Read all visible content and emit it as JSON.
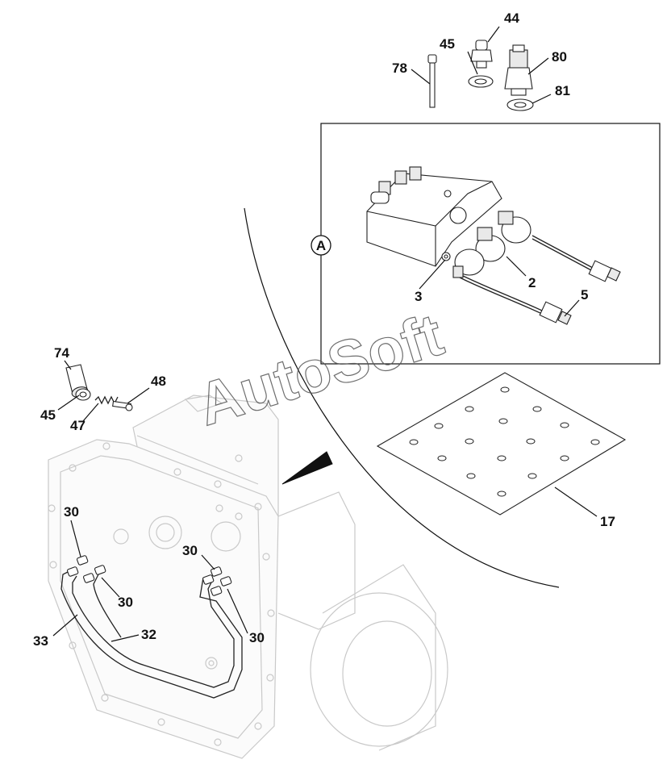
{
  "diagram": {
    "watermark": "AutoSoft",
    "detail_view_label": "A",
    "callouts": {
      "c44": "44",
      "c45_top": "45",
      "c78": "78",
      "c80": "80",
      "c81": "81",
      "c3": "3",
      "c2": "2",
      "c5": "5",
      "c74": "74",
      "c48": "48",
      "c45_left": "45",
      "c47": "47",
      "c17": "17",
      "c30_a": "30",
      "c30_b": "30",
      "c30_c": "30",
      "c30_d": "30",
      "c33": "33",
      "c32": "32"
    }
  }
}
